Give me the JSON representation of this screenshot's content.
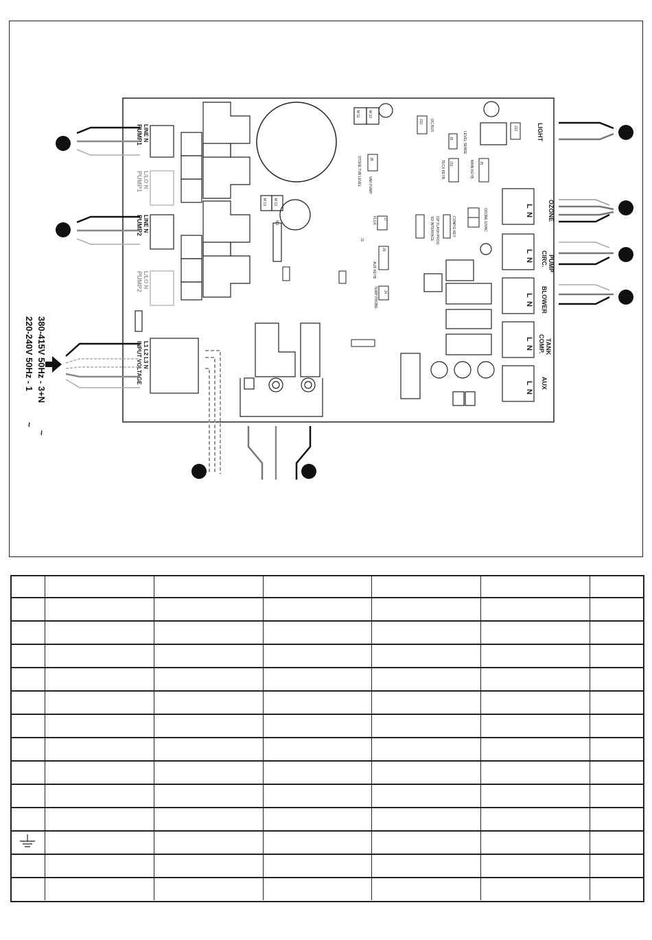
{
  "left_labels": {
    "pump1": [
      "LINE",
      "N",
      "PUMP1"
    ],
    "pump1_lo": [
      "L/LO",
      "N",
      "PUMP1"
    ],
    "pump2": [
      "LINE",
      "N",
      "PUMP2"
    ],
    "pump2_lo": [
      "L/LO",
      "N",
      "PUMP2"
    ],
    "input": [
      "L1",
      "L2",
      "L3",
      "N",
      "INPUT VOLTAGE"
    ]
  },
  "voltage": {
    "line1": "380-415V 50Hz - 3+N",
    "line2": "220-240V 50Hz - 1",
    "tilde": "~"
  },
  "right_labels": {
    "light": "LIGHT",
    "ozone": "OZONE",
    "circ": [
      "CIRC.",
      "PUMP"
    ],
    "blower": "BLOWER",
    "comp": [
      "COMP.",
      "TANK"
    ],
    "aux": "AUX",
    "ln": [
      "L",
      "N"
    ]
  },
  "board_labels": {
    "m11": "M 11",
    "m10": "M 10",
    "m13": "M 13",
    "m12": "M 12",
    "w1": "W1",
    "j10": "J10",
    "i2c": "I2C BUS",
    "j9": "J9",
    "level_sense": "LEVEL SENSE",
    "j12": "J12",
    "j11": "J11",
    "tecx": "TECX KEYB",
    "j5": "J5",
    "main_keyb": "MAIN KEYB",
    "ozone_12v": "OZONE 12VAC",
    "j8": "J8",
    "store": "STORE TUB LEVEL",
    "var_pump": "VAR PUMP",
    "j7": "J7",
    "flux": "FLUX",
    "j6": "J6",
    "aux_keyb": "AUX KEYB",
    "j4": "J4",
    "temp_probe": "TEMP PROBE",
    "sd": "SD INTERFACE",
    "isp": "ISP FLASH PROG",
    "config": "CONFIG KEY",
    "jl": "J1"
  },
  "table": {
    "row_count": 13,
    "col_count": 7,
    "earth_row": 11
  }
}
